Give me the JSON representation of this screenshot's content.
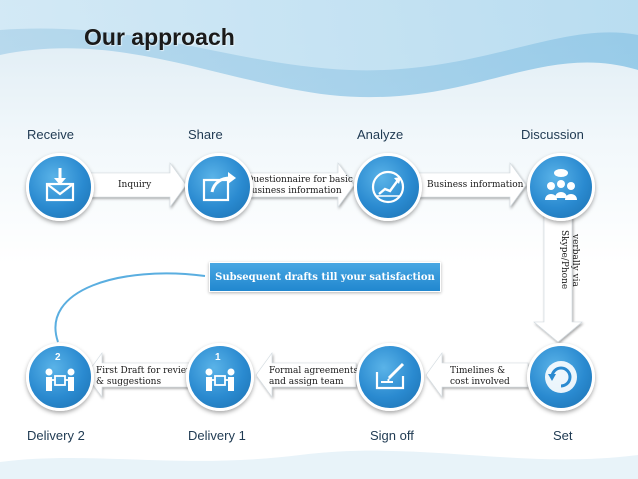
{
  "title": "Our approach",
  "stages": {
    "receive": "Receive",
    "share": "Share",
    "analyze": "Analyze",
    "discussion": "Discussion",
    "delivery2": "Delivery 2",
    "delivery1": "Delivery 1",
    "signoff": "Sign off",
    "set": "Set"
  },
  "arrows": {
    "inquiry": "Inquiry",
    "questionnaire_line1": "Questionnaire for basic",
    "questionnaire_line2": "business information",
    "business_info": "Business information",
    "verbally_line1": "verbally via",
    "verbally_line2": "Skype/Phone",
    "timelines_line1": "Timelines &",
    "timelines_line2": "cost involved",
    "formal_line1": "Formal agreements",
    "formal_line2": "and assign team",
    "firstdraft_line1": "First Draft for review",
    "firstdraft_line2": "& suggestions"
  },
  "banner": "Subsequent drafts till your satisfaction",
  "badges": {
    "delivery1": "1",
    "delivery2": "2"
  },
  "icons": {
    "receive": "inbox-arrow-icon",
    "share": "share-arrow-icon",
    "analyze": "growth-chart-icon",
    "discussion": "people-discussion-icon",
    "set": "refresh-cycle-icon",
    "signoff": "sign-document-icon",
    "delivery1": "handover-box-icon",
    "delivery2": "handover-box-icon"
  },
  "colors": {
    "accent": "#2a8ad0",
    "arrow_fill": "#ffffff"
  }
}
